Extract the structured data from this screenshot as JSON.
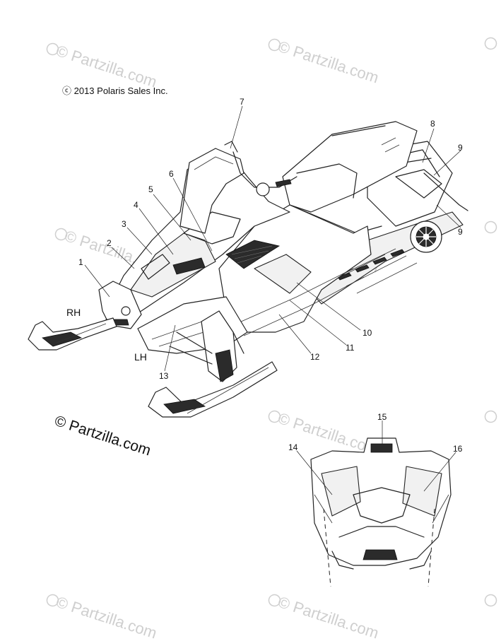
{
  "copyright": "ⓒ 2013 Polaris Sales Inc.",
  "site_credit": "© Partzilla.com",
  "watermark_text": "© Partzilla.com",
  "side_labels": {
    "rh": "RH",
    "lh": "LH"
  },
  "callouts": {
    "c1": "1",
    "c2": "2",
    "c3": "3",
    "c4": "4",
    "c5": "5",
    "c6": "6",
    "c7": "7",
    "c8": "8",
    "c9a": "9",
    "c9b": "9",
    "c10": "10",
    "c11": "11",
    "c12": "12",
    "c13": "13",
    "c14": "14",
    "c15": "15",
    "c16": "16"
  },
  "colors": {
    "line": "#222222",
    "watermark": "#cfcfcf",
    "background": "#ffffff"
  }
}
